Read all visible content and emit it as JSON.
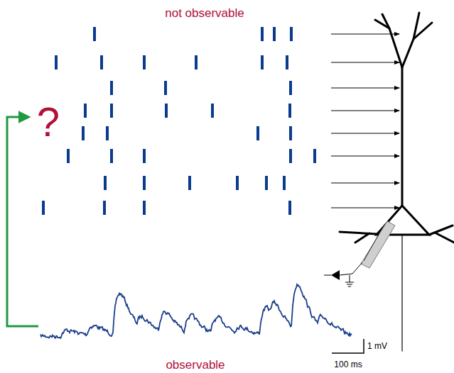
{
  "diagram": {
    "labels": [
      "not observable",
      "?",
      "1 mV",
      "100 ms",
      "observable"
    ]
  }
}
